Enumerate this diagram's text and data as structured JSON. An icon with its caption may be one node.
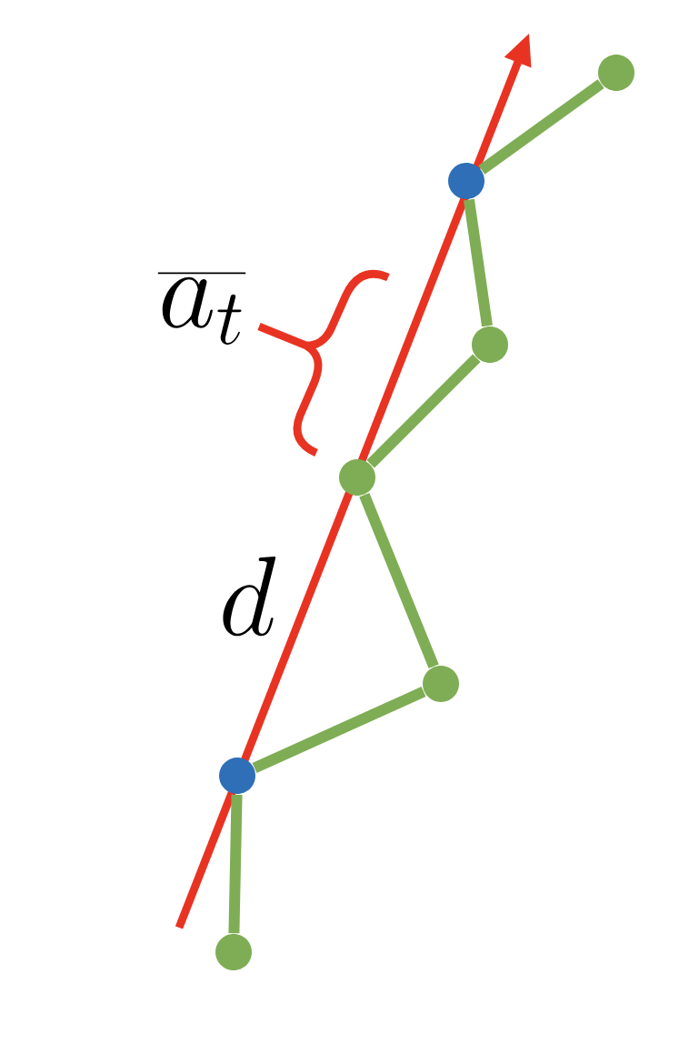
{
  "diagram": {
    "nodes": [
      {
        "text": [],
        "shape": "circle"
      },
      {
        "text": [],
        "shape": "circle"
      },
      {
        "text": [],
        "shape": "circle"
      },
      {
        "text": [],
        "shape": "circle"
      },
      {
        "text": [],
        "shape": "circle"
      },
      {
        "text": [],
        "shape": "circle"
      },
      {
        "text": [],
        "shape": "circle"
      }
    ],
    "edges": [
      {
        "from": 0,
        "to": 1,
        "arrow": "none"
      },
      {
        "from": 1,
        "to": 2,
        "arrow": "none"
      },
      {
        "from": 2,
        "to": 3,
        "arrow": "none"
      },
      {
        "from": 3,
        "to": 4,
        "arrow": "none"
      },
      {
        "from": 4,
        "to": 5,
        "arrow": "none"
      },
      {
        "from": 5,
        "to": 6,
        "arrow": "none"
      }
    ],
    "labels": [
      "\\overline{a_t}",
      "d"
    ]
  }
}
